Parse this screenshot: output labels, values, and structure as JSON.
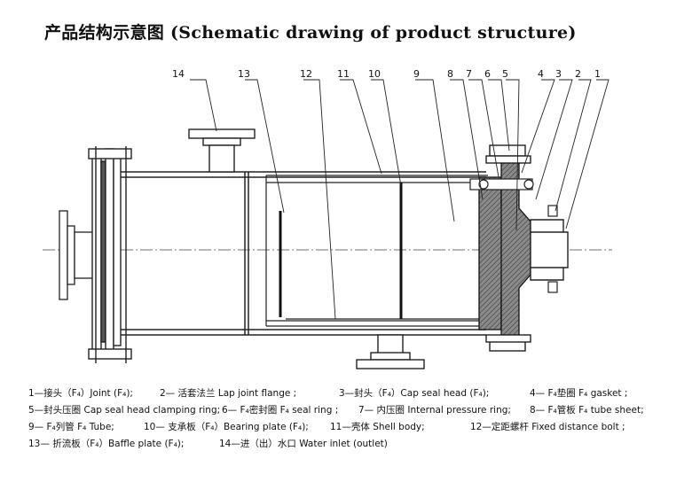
{
  "title": "产品结构示意图 (Schematic drawing of product structure)",
  "part_numbers": [
    "14",
    "13",
    "12",
    "11",
    "10",
    "9",
    "8",
    "7",
    "6",
    "5",
    "4",
    "3",
    "2",
    "1"
  ],
  "legend": [
    [
      "1—接头（F₄）Joint (F₄);",
      "2— 活套法兰 Lap joint flange ;",
      "3—封头（F₄）Cap seal head (F₄);",
      "4— F₄垫圈 F₄ gasket ;"
    ],
    [
      "5—封头压圈 Cap seal head clamping ring;",
      "6— F₄密封圈 F₄ seal ring ;",
      "7— 内压圈 Internal pressure ring;",
      "8— F₄管板 F₄ tube sheet;"
    ],
    [
      "9— F₄列管 F₄ Tube;",
      "10— 支承板（F₄）Bearing plate (F₄);",
      "11—壳体 Shell body;",
      "12—定距螺杆 Fixed distance bolt ;"
    ],
    [
      "13— 折流板（F₄）Baffle plate (F₄);",
      "14—进（出）水口 Water inlet (outlet)"
    ]
  ]
}
